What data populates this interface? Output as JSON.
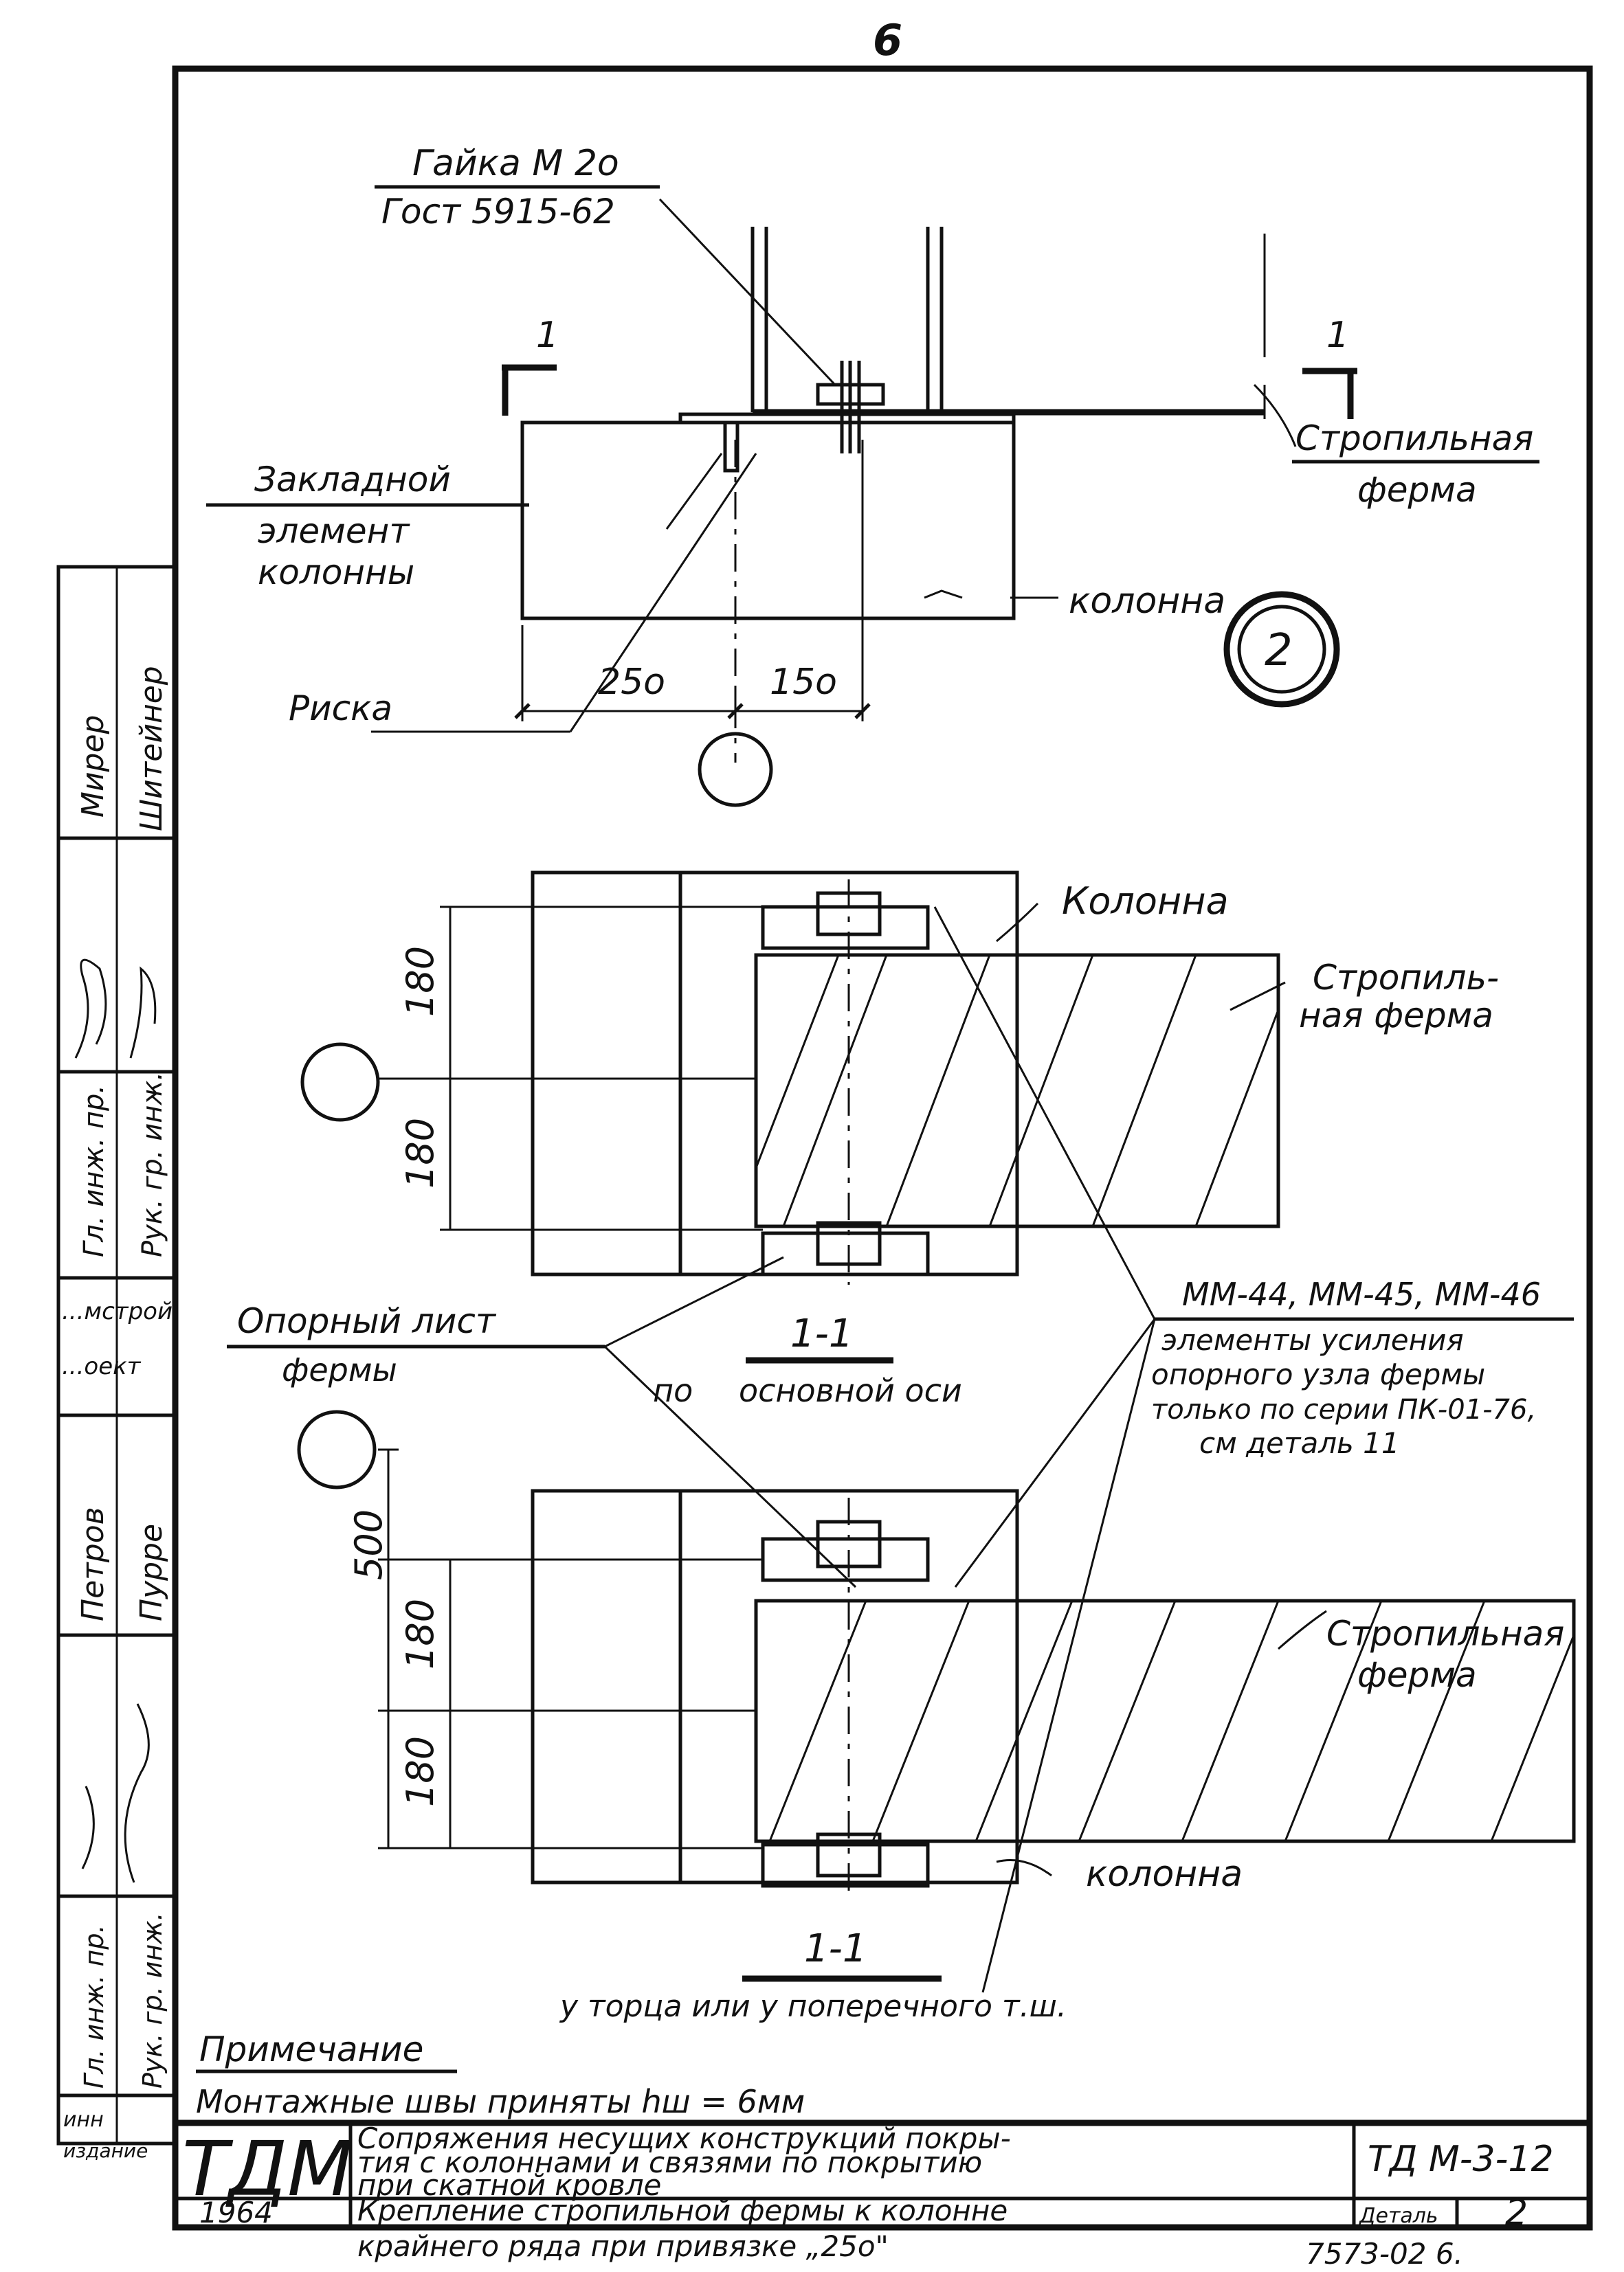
{
  "page_number": "6",
  "section_mark": "1",
  "detail_circle_number": "2",
  "top_view": {
    "nut_label_1": "Гайка М 2о",
    "nut_label_2": "Гост 5915-62",
    "embedded_1": "Закладной",
    "embedded_2": "элемент",
    "embedded_3": "колонны",
    "risk": "Риска",
    "column": "колонна",
    "rafter_1": "Стропильная",
    "rafter_2": "ферма",
    "dim_left": "25о",
    "dim_right": "15о"
  },
  "middle_view": {
    "column": "Колонна",
    "rafter_1": "Стропиль-",
    "rafter_2": "ная ферма",
    "dim_top": "180",
    "dim_bottom": "180",
    "title": "1-1",
    "subtitle_prefix": "по",
    "subtitle": "основной оси"
  },
  "callouts": {
    "support_sheet_1": "Опорный лист",
    "support_sheet_2": "фермы",
    "reinforce_1": "ММ-44, ММ-45, ММ-46",
    "reinforce_2": "элементы усиления",
    "reinforce_3": "опорного узла фермы",
    "reinforce_4": "только по серии ПК-01-76,",
    "reinforce_5": "см деталь 11"
  },
  "bottom_view": {
    "dim_total": "500",
    "dim_top": "180",
    "dim_bottom": "180",
    "rafter_1": "Стропильная",
    "rafter_2": "ферма",
    "column": "колонна",
    "title": "1-1",
    "subtitle": "у торца или у поперечного т.ш."
  },
  "notes": {
    "heading": "Примечание",
    "text": "Монтажные швы приняты hш = 6мм"
  },
  "side_stamp": {
    "c1": [
      "Мирер",
      "Шитейнер"
    ],
    "c2": [
      "Гл. инж. пр.",
      "Рук. гр. инж."
    ],
    "c3": [
      "...мстрой",
      "...оект"
    ],
    "c4": [
      "Петров",
      "Пурре"
    ],
    "c5": [
      "Гл. инж. пр.",
      "Рук. гр. инж."
    ],
    "c6": [
      "инн",
      "издание"
    ]
  },
  "title_block": {
    "logo": "ТДМ",
    "year": "1964",
    "title_1": "Сопряжения несущих конструкций покры-",
    "title_2": "тия с колоннами и связями по покрытию",
    "title_3": "при скатной кровле",
    "subtitle_1": "Крепление стропильной фермы к колонне",
    "subtitle_2": "крайнего ряда при привязке „25о\"",
    "code": "ТД М-3-12",
    "detail_label": "Деталь",
    "detail_number": "2",
    "archive_number": "7573-02 6."
  }
}
